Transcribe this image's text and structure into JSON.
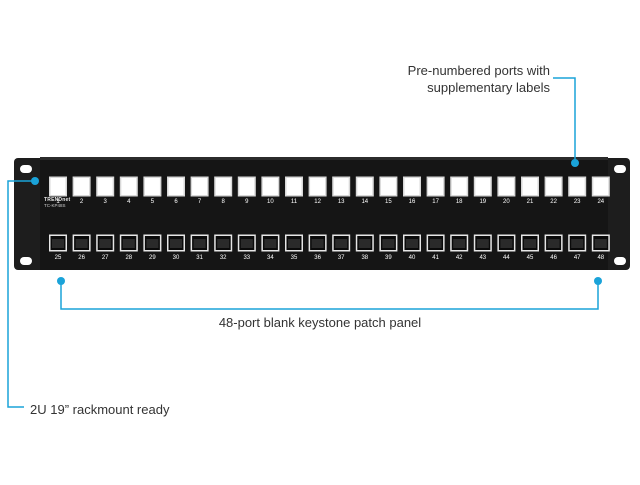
{
  "callouts": {
    "top_line1": "Pre-numbered ports with",
    "top_line2": "supplementary labels",
    "middle": "48-port blank keystone patch panel",
    "bottom": "2U 19” rackmount ready"
  },
  "panel": {
    "brand": "TRENDnet",
    "model": "TC-KP48S",
    "top_row_numbers": [
      "1",
      "2",
      "3",
      "4",
      "5",
      "6",
      "7",
      "8",
      "9",
      "10",
      "11",
      "12",
      "13",
      "14",
      "15",
      "16",
      "17",
      "18",
      "19",
      "20",
      "21",
      "22",
      "23",
      "24"
    ],
    "bottom_row_numbers": [
      "25",
      "26",
      "27",
      "28",
      "29",
      "30",
      "31",
      "32",
      "33",
      "34",
      "35",
      "36",
      "37",
      "38",
      "39",
      "40",
      "41",
      "42",
      "43",
      "44",
      "45",
      "46",
      "47",
      "48"
    ]
  },
  "colors": {
    "accent": "#1aa3d9",
    "panel": "#151515",
    "text": "#333333"
  }
}
